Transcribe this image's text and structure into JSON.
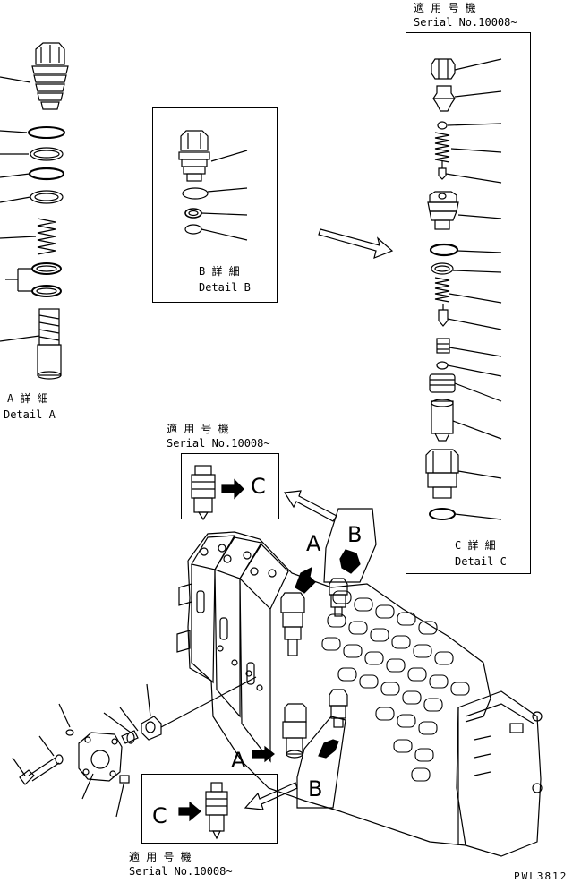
{
  "detail_a": {
    "title": "A 詳 細",
    "subtitle": "Detail A"
  },
  "detail_b": {
    "title": "B 詳 細",
    "subtitle": "Detail B"
  },
  "detail_c": {
    "serial_title": "適 用 号 機",
    "serial_range": "Serial No.10008~",
    "title": "C 詳 細",
    "subtitle": "Detail C"
  },
  "small_c_top": {
    "serial_title": "適 用 号 機",
    "serial_range": "Serial No.10008~",
    "letter": "C"
  },
  "small_c_bottom": {
    "serial_title": "適 用 号 機",
    "serial_range": "Serial No.10008~",
    "letter": "C"
  },
  "callouts": {
    "a_top": "A",
    "a_bottom": "A",
    "b_top": "B",
    "b_bottom": "B"
  },
  "figure_code": "PWL3812",
  "icons": [
    "right-arrow-icon",
    "hollow-arrow-icon"
  ],
  "colors": {
    "ink": "#000000",
    "paper": "#ffffff"
  }
}
